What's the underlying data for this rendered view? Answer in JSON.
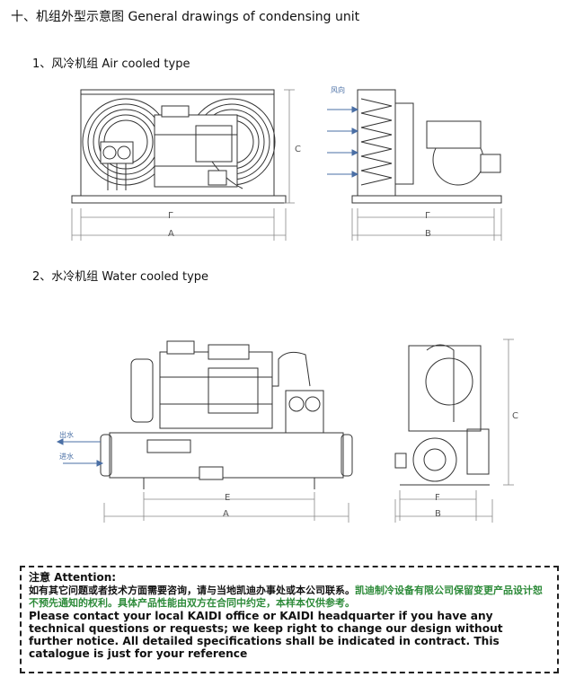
{
  "section_title": "十、机组外型示意图 General drawings of condensing unit",
  "air": {
    "title": "1、风冷机组  Air cooled type",
    "dims_front": {
      "inner": "Γ",
      "outer": "A",
      "height": "C"
    },
    "dims_side": {
      "inner": "Γ",
      "outer": "B"
    },
    "airflow_label": "风向"
  },
  "water": {
    "title": "2、水冷机组 Water cooled type",
    "dims_front": {
      "inner": "E",
      "outer": "A"
    },
    "dims_side": {
      "inner": "F",
      "outer": "B",
      "height": "C"
    },
    "water_in": "进水",
    "water_out": "出水"
  },
  "notice": {
    "heading": "注意 Attention:",
    "cn_black": "如有其它问题或者技术方面需要咨询，请与当地凯迪办事处或本公司联系。",
    "cn_green": "凯迪制冷设备有限公司保留变更产品设计恕不预先通知的权利。具体产品性能由双方在合同中约定，本样本仅供参考。",
    "en": "Please contact your local KAIDI office or KAIDI headquarter if you have any technical questions or requests; we keep right to change our design without further notice. All detailed specifications shall be indicated in contract. This catalogue is just for your reference"
  }
}
